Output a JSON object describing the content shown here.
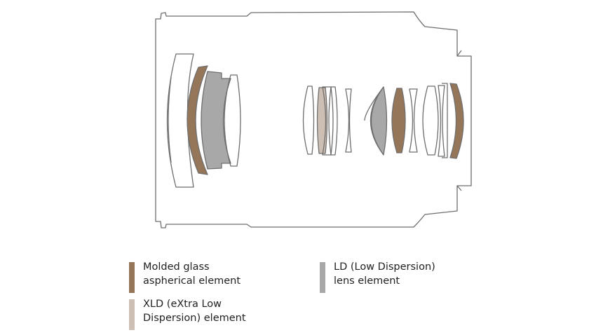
{
  "colors": {
    "outline": "#6e6e6e",
    "molded": "#957659",
    "xld": "#cdbfb3",
    "ld": "#a8a8a8"
  },
  "legend": {
    "molded": {
      "line1": "Molded glass",
      "line2": "aspherical element",
      "color": "#957659"
    },
    "xld": {
      "line1": "XLD (eXtra Low",
      "line2": "Dispersion) element",
      "color": "#cdbfb3"
    },
    "ld": {
      "line1": "LD (Low Dispersion)",
      "line2": "lens element",
      "color": "#a8a8a8"
    }
  }
}
